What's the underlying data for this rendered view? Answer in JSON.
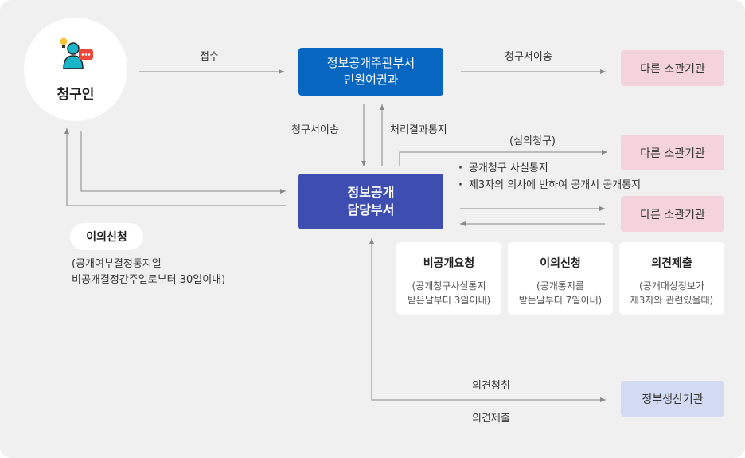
{
  "requester": {
    "label": "청구인",
    "icon": "person-speech-lightbulb-icon"
  },
  "departments": {
    "main": {
      "line1": "정보공개주관부서",
      "line2": "민원여권과"
    },
    "handling": {
      "line1": "정보공개",
      "line2": "담당부서"
    }
  },
  "others": {
    "top": "다른 소관기관",
    "middle": "다른 소관기관",
    "bottom": "다른 소관기관",
    "gov": "정부생산기관"
  },
  "labels": {
    "receipt": "접수",
    "transfer_top": "청구서이송",
    "transfer_mid": "청구서이송",
    "result_notice": "처리결과통지",
    "review_request": "(심의청구)",
    "opinion_request": "의견청취",
    "opinion_submit": "의견제출"
  },
  "bullets": [
    "공개청구 사실통지",
    "제3자의 의사에 반하여 공개시 공개통지"
  ],
  "objection": {
    "title": "이의신청",
    "note1": "(공개여부결정통지일",
    "note2": "비공개결정간주일로부터 30일이내)"
  },
  "cards": [
    {
      "title": "비공개요청",
      "sub1": "(공개청구사실통지",
      "sub2": "받은날부터 3일이내)"
    },
    {
      "title": "이의신청",
      "sub1": "(공개통지를",
      "sub2": "받는날부터 7일이내)"
    },
    {
      "title": "의견제출",
      "sub1": "(공개대상정보가",
      "sub2": "제3자와 관련있을때)"
    }
  ],
  "colors": {
    "main_dept": "#0767c0",
    "handling_dept": "#3d4db0",
    "other_agency": "#f5d3dc",
    "gov_agency": "#d3dbf3",
    "background": "#f0f0f0"
  }
}
